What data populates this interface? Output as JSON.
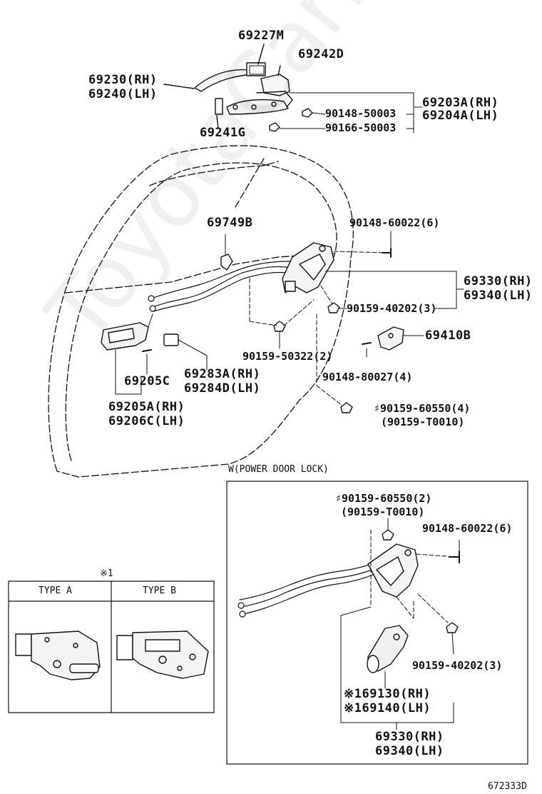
{
  "labels": {
    "p69227M": "69227M",
    "p69242D": "69242D",
    "p69230": "69230(RH)",
    "p69240": "69240(LH)",
    "p69203A": "69203A(RH)",
    "p69204A": "69204A(LH)",
    "p90148_50003": "90148-50003",
    "p90166_50003": "90166-50003",
    "p69241G": "69241G",
    "p69749B": "69749B",
    "p90148_60022a": "90148-60022(6)",
    "p69330a": "69330(RH)",
    "p69340a": "69340(LH)",
    "p90159_40202a": "90159-40202(3)",
    "p69410B": "69410B",
    "p90159_50322": "90159-50322(2)",
    "p90148_80027": "90148-80027(4)",
    "p69205C": "69205C",
    "p69283A": "69283A(RH)",
    "p69284D": "69284D(LH)",
    "p69205A": "69205A(RH)",
    "p69206C": "69206C(LH)",
    "p90159_60550a": "♯90159-60550(4)",
    "p90159_T0010a": "(90159-T0010)",
    "w_title": "W(POWER DOOR LOCK)",
    "p90159_60550b": "♯90159-60550(2)",
    "p90159_T0010b": "(90159-T0010)",
    "p90148_60022b": "90148-60022(6)",
    "p90159_40202b": "90159-40202(3)",
    "p69130": "※169130(RH)",
    "p69140": "※169140(LH)",
    "p69330b": "69330(RH)",
    "p69340b": "69340(LH)",
    "type_note": "※1",
    "type_a": "TYPE A",
    "type_b": "TYPE B",
    "diagram_id": "672333D"
  },
  "watermark": "ToyotaCarMine.ru"
}
